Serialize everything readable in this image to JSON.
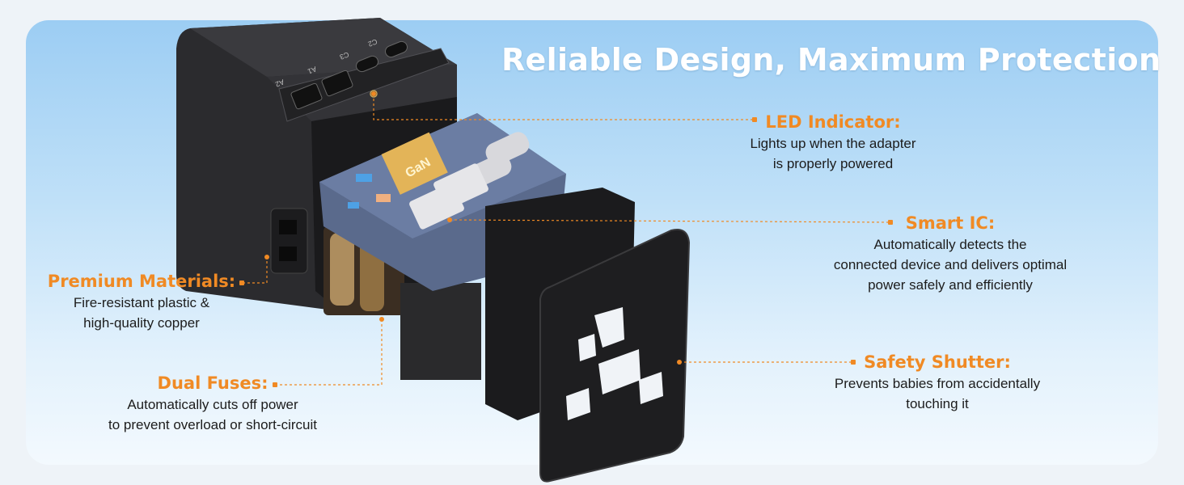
{
  "title": "Reliable Design, Maximum Protection",
  "colors": {
    "accent": "#f08a24",
    "device": "#2b2b2e",
    "pcb": "#5a6a8c"
  },
  "device": {
    "port_labels": [
      "A2",
      "A1",
      "C3",
      "C2"
    ],
    "chip_label": "GaN"
  },
  "callouts": {
    "led": {
      "title": "LED Indicator:",
      "line1": "Lights up when the adapter",
      "line2": "is properly powered"
    },
    "ic": {
      "title": "Smart IC:",
      "line1": "Automatically detects the",
      "line2": "connected device and delivers optimal",
      "line3": "power safely and efficiently"
    },
    "materials": {
      "title": "Premium Materials:",
      "line1": "Fire-resistant plastic &",
      "line2": "high-quality copper"
    },
    "fuses": {
      "title": "Dual Fuses:",
      "line1": "Automatically cuts off power",
      "line2": "to prevent overload or short-circuit"
    },
    "shutter": {
      "title": "Safety Shutter:",
      "line1": "Prevents babies from accidentally",
      "line2": "touching it"
    }
  }
}
